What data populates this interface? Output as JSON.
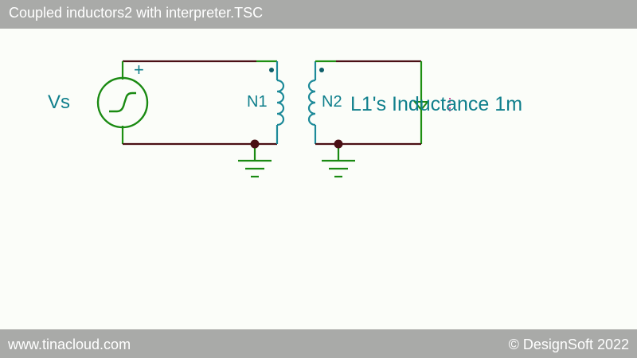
{
  "window": {
    "title": "Coupled inductors2 with interpreter.TSC"
  },
  "schematic": {
    "source_label": "Vs",
    "source_plus": "+",
    "inductor1_label": "N1",
    "inductor2_label": "N2",
    "annotation": "L1's Inductance 1m",
    "colors": {
      "wire": "#4a0f14",
      "wire_green": "#1e8f12",
      "component": "#1d8a99",
      "source": "#1a8a12",
      "label": "#0f7f8c",
      "ground": "#1a8a12",
      "node": "#4a0f14",
      "background": "#fbfdf9"
    }
  },
  "footer": {
    "website": "www.tinacloud.com",
    "copyright": "© DesignSoft 2022"
  }
}
